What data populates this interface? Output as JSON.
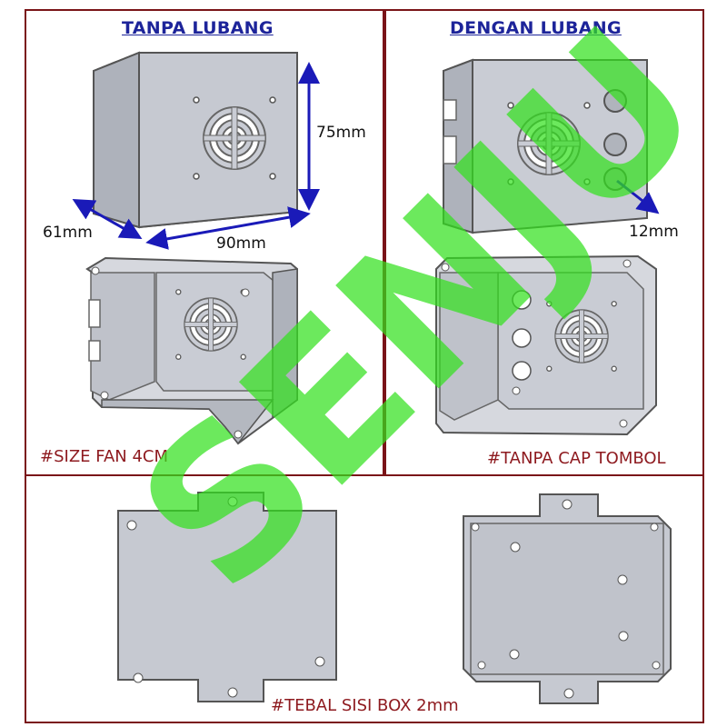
{
  "left": {
    "title": "TANPA LUBANG",
    "caption": "#SIZE FAN 4CM"
  },
  "right": {
    "title": "DENGAN LUBANG",
    "caption": "#TANPA CAP TOMBOL"
  },
  "bottom": {
    "caption": "#TEBAL SISI BOX 2mm"
  },
  "dimensions": {
    "height": "75mm",
    "depth": "61mm",
    "width": "90mm",
    "hole": "12mm"
  },
  "watermark": "SENJU",
  "colors": {
    "frame": "#7a1418",
    "title": "#1d249a",
    "caption": "#8e1a1f",
    "arrow": "#1a1ab8",
    "watermark": "#33e11e"
  }
}
